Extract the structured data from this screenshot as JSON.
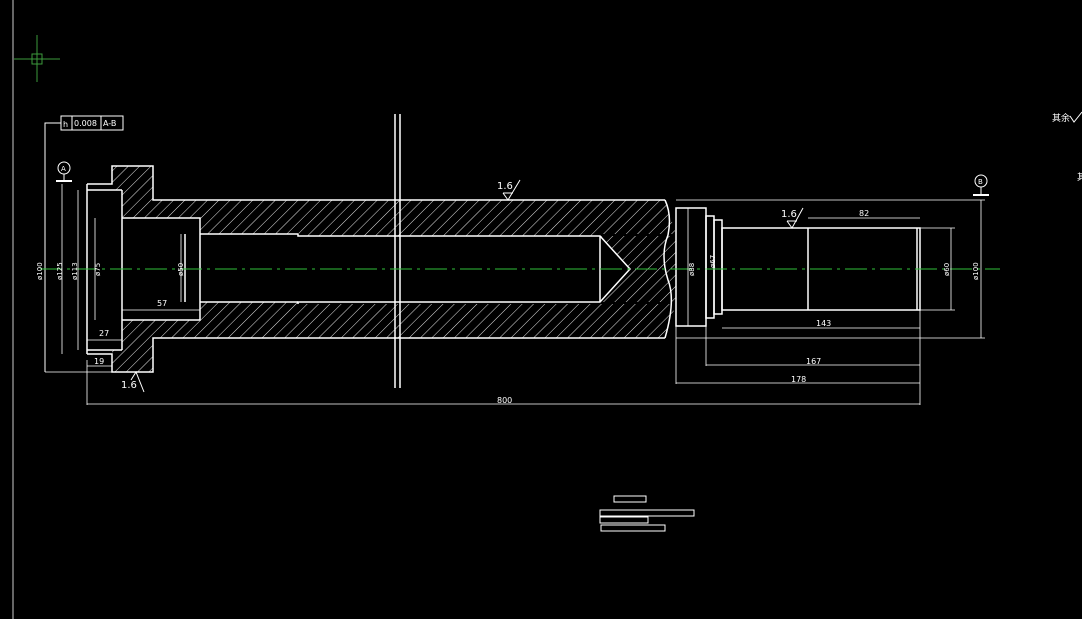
{
  "drawing": {
    "tolerance_frame": {
      "symbol": "h",
      "value": "0.008",
      "datum": "A-B"
    },
    "datum_left": "A",
    "datum_right": "B",
    "roughness": {
      "top_left": "1.6",
      "bottom_left": "1.6",
      "top_right": "1.6"
    },
    "side_note": "其余",
    "side_note_right": "其",
    "diameters": {
      "d100_left": "ø100",
      "d125": "ø125",
      "d113": "ø113",
      "d75": "ø75",
      "d50": "ø50",
      "d88": "ø88",
      "d67": "ø67",
      "d60": "ø60",
      "d100_right": "ø100"
    },
    "lengths": {
      "l57": "57",
      "l27": "27",
      "l19": "19",
      "l82": "82",
      "l143": "143",
      "l167": "167",
      "l178": "178",
      "l800": "800"
    }
  },
  "colors": {
    "background": "#000000",
    "lines": "#ffffff",
    "centerline": "#2fbf3a",
    "axis": "#4f4f4f"
  }
}
